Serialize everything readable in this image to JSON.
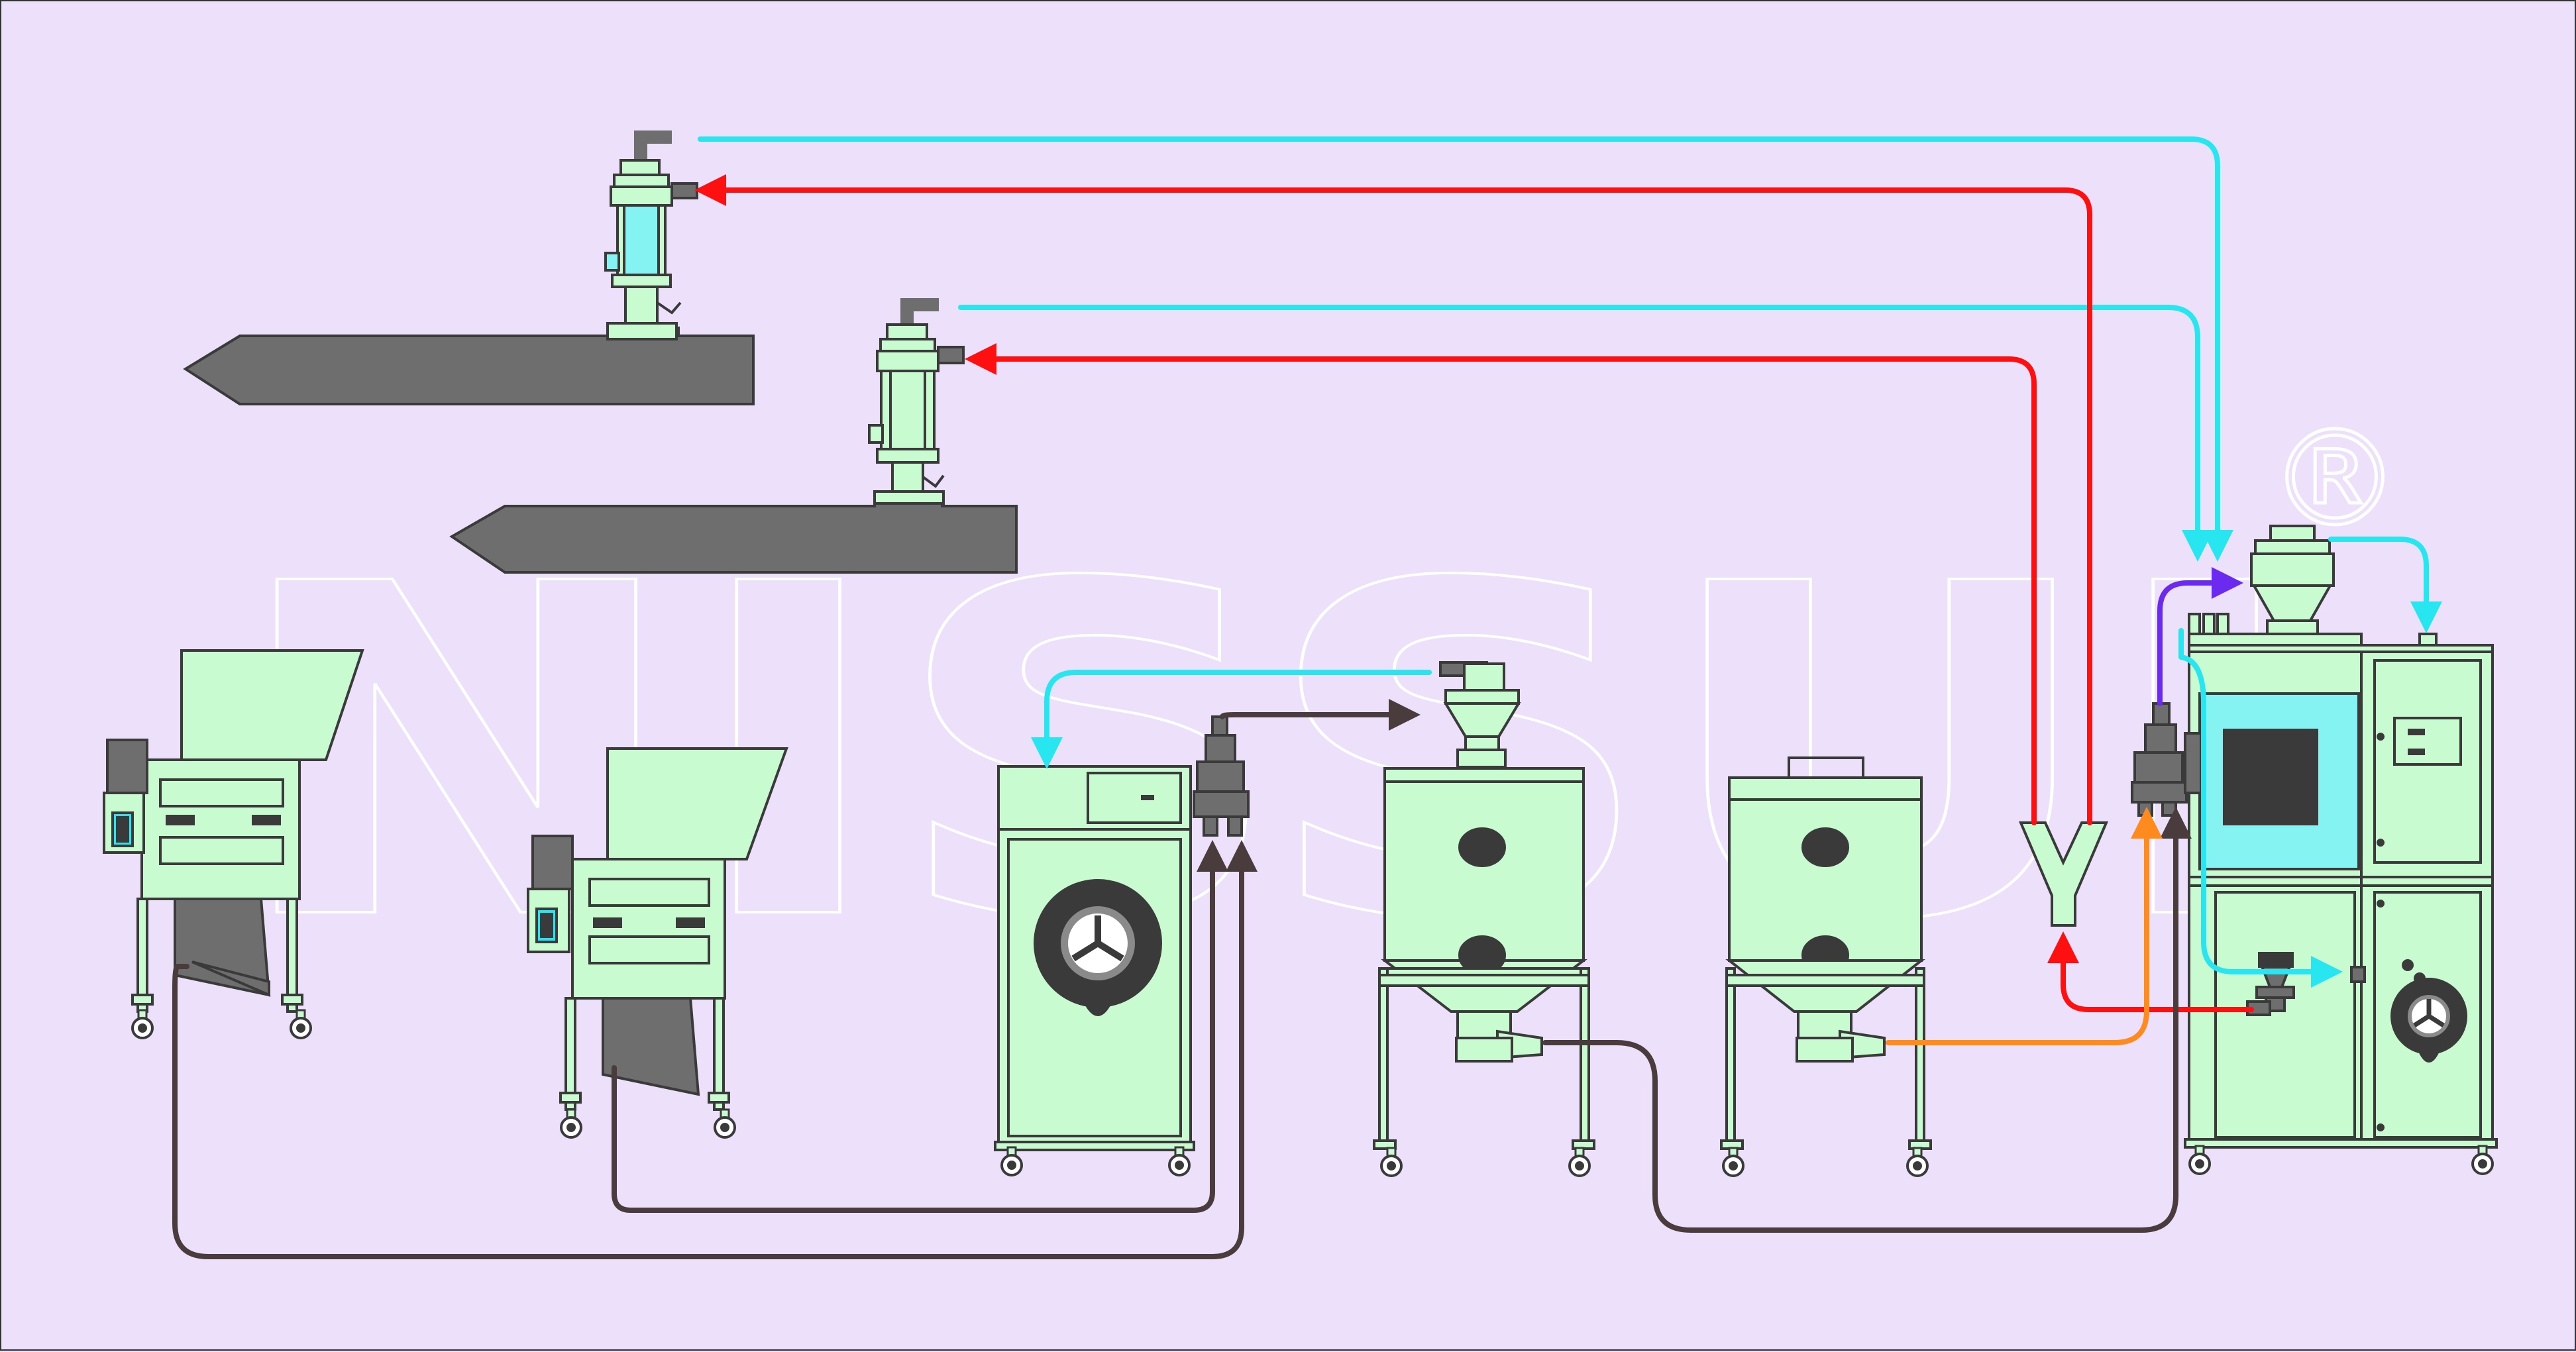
{
  "watermark": {
    "text": "NISSUI",
    "mark": "®"
  },
  "colors": {
    "background": "#ece0fb",
    "machine_fill": "#c9fbd0",
    "machine_stroke": "#3a3a3a",
    "dark_grey": "#6e6e6e",
    "panel_cyan": "#86f3f3",
    "line_cyan": "#27e6f0",
    "line_red": "#ff1010",
    "line_dark": "#4a3c3c",
    "line_orange": "#ff8a1e",
    "line_purple": "#6b2af0",
    "watermark_stroke": "#ffffff"
  },
  "machines": [
    "injection-molding-barrel-upper",
    "injection-molding-barrel-lower",
    "hopper-loader-upper",
    "hopper-loader-lower",
    "granulator-left",
    "granulator-right",
    "vacuum-blower-unit",
    "material-silo-left",
    "material-silo-right",
    "dehumidifying-dryer"
  ],
  "flows": [
    "cyan-air-line-upper",
    "cyan-air-line-lower",
    "red-material-line-upper",
    "red-material-line-lower",
    "dark-regrind-line-left",
    "dark-regrind-line-right",
    "dark-blower-to-silo-line",
    "dark-silo-to-dryer-line",
    "orange-silo-to-dryer-line",
    "red-dryer-to-splitter-line",
    "purple-dryer-feed-line",
    "cyan-dryer-loader-line",
    "cyan-dryer-return-line",
    "cyan-blower-loader-line"
  ]
}
